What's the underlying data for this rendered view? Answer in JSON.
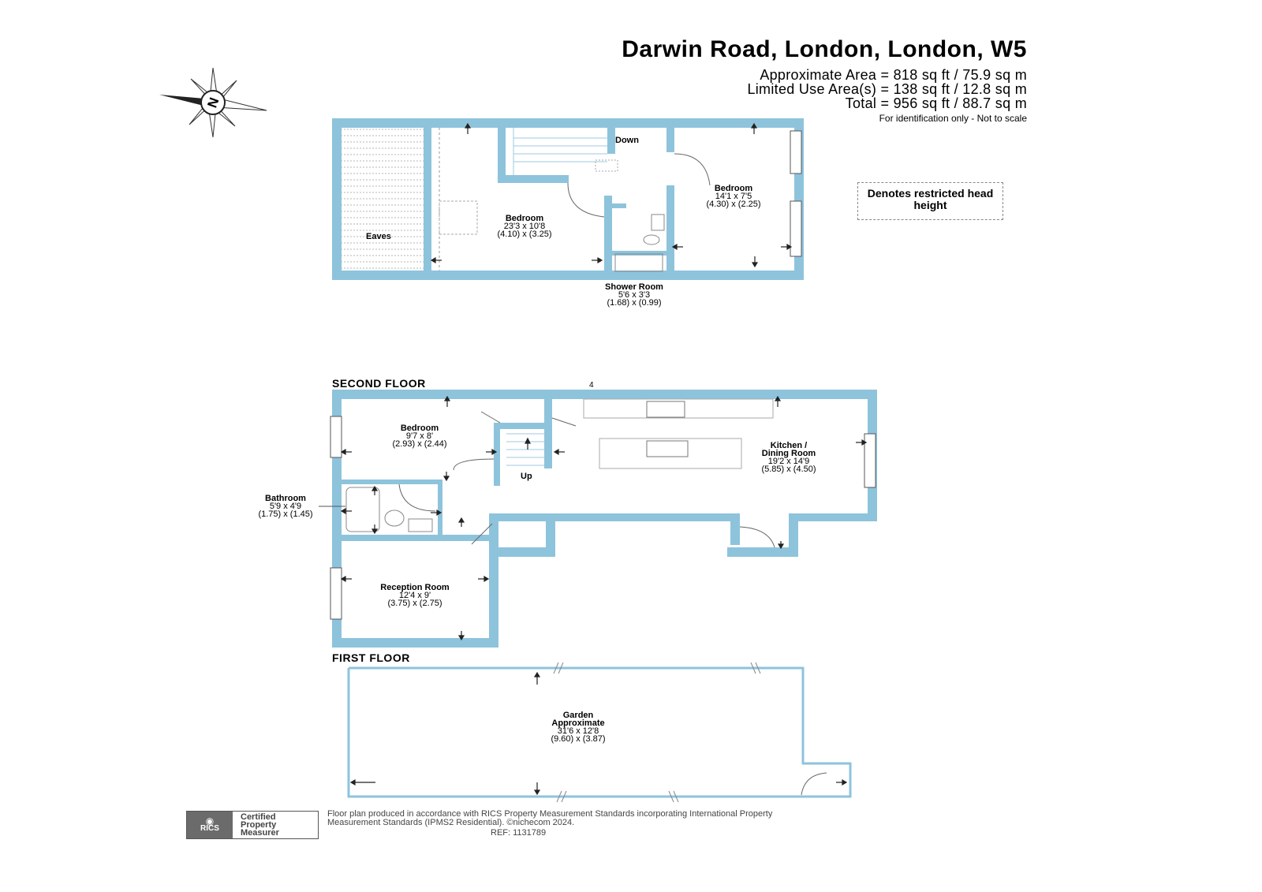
{
  "header": {
    "address": "Darwin Road, London, London, W5",
    "approximate_area": "Approximate Area = 818 sq ft / 75.9 sq m",
    "limited_use_area": "Limited Use Area(s) = 138 sq ft / 12.8 sq m",
    "total": "Total = 956 sq ft / 88.7 sq m",
    "identification": "For identification only - Not to scale"
  },
  "legend": {
    "restricted_head_height": "Denotes restricted head height"
  },
  "compass": {
    "letter": "N",
    "icon": "compass-icon"
  },
  "colors": {
    "wall": "#8ec3dc",
    "text": "#000000"
  },
  "top_floor": {
    "eaves_label": "Eaves",
    "stairs_label": "Down",
    "rooms": [
      {
        "name": "Bedroom",
        "dims_imperial": "23'3 x 10'8",
        "dims_metric": "(4.10) x (3.25)"
      },
      {
        "name": "Bedroom",
        "dims_imperial": "14'1 x 7'5",
        "dims_metric": "(4.30) x (2.25)"
      },
      {
        "name": "Shower Room",
        "dims_imperial": "5'6 x 3'3",
        "dims_metric": "(1.68) x (0.99)"
      }
    ]
  },
  "second_floor": {
    "label": "SECOND FLOOR",
    "marker": "4",
    "stairs_label": "Up",
    "rooms": [
      {
        "name": "Bedroom",
        "dims_imperial": "9'7 x 8'",
        "dims_metric": "(2.93) x (2.44)"
      },
      {
        "name": "Kitchen /",
        "name2": "Dining Room",
        "dims_imperial": "19'2 x 14'9",
        "dims_metric": "(5.85) x (4.50)"
      },
      {
        "name": "Bathroom",
        "dims_imperial": "5'9 x 4'9",
        "dims_metric": "(1.75) x (1.45)"
      },
      {
        "name": "Reception Room",
        "dims_imperial": "12'4 x 9'",
        "dims_metric": "(3.75) x (2.75)"
      }
    ]
  },
  "first_floor": {
    "label": "FIRST FLOOR",
    "garden": {
      "name": "Garden",
      "name2": "Approximate",
      "dims_imperial": "31'6 x 12'8",
      "dims_metric": "(9.60) x (3.87)"
    }
  },
  "footer": {
    "badge_logo": "RICS",
    "badge_line1": "Certified",
    "badge_line2": "Property",
    "badge_line3": "Measurer",
    "statement": "Floor plan produced in accordance with RICS Property Measurement Standards incorporating International Property Measurement Standards (IPMS2 Residential). ©nichecom 2024.",
    "ref": "REF: 1131789"
  }
}
